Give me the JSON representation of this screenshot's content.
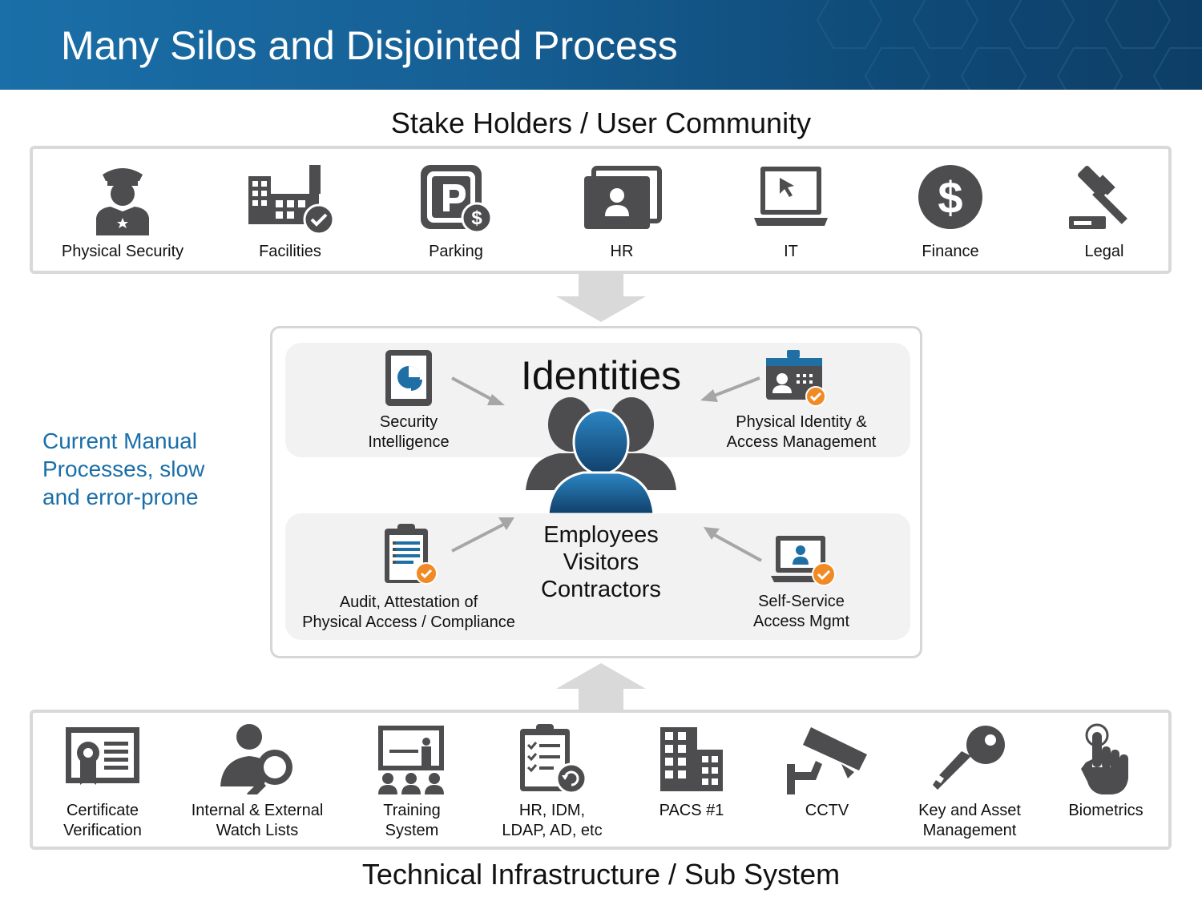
{
  "header": {
    "title": "Many Silos and Disjointed Process"
  },
  "stakeholders": {
    "title": "Stake Holders / User Community",
    "items": [
      {
        "label": "Physical Security",
        "icon": "security-guard-icon"
      },
      {
        "label": "Facilities",
        "icon": "building-check-icon"
      },
      {
        "label": "Parking",
        "icon": "parking-dollar-icon"
      },
      {
        "label": "HR",
        "icon": "id-cards-icon"
      },
      {
        "label": "IT",
        "icon": "laptop-icon"
      },
      {
        "label": "Finance",
        "icon": "dollar-coin-icon"
      },
      {
        "label": "Legal",
        "icon": "gavel-icon"
      }
    ]
  },
  "side_note": {
    "lines": [
      "Current Manual",
      "Processes, slow",
      "and error-prone"
    ],
    "color": "#1a6fa8"
  },
  "center": {
    "title": "Identities",
    "people": [
      "Employees",
      "Visitors",
      "Contractors"
    ],
    "items": [
      {
        "lines": [
          "Security",
          "Intelligence"
        ],
        "icon": "tablet-pie-chart-icon"
      },
      {
        "lines": [
          "Physical Identity &",
          "Access Management"
        ],
        "icon": "badge-check-icon"
      },
      {
        "lines": [
          "Audit, Attestation of",
          "Physical Access / Compliance"
        ],
        "icon": "clipboard-check-icon"
      },
      {
        "lines": [
          "Self-Service",
          "Access Mgmt"
        ],
        "icon": "laptop-user-check-icon"
      }
    ]
  },
  "infrastructure": {
    "title": "Technical Infrastructure / Sub System",
    "items": [
      {
        "lines": [
          "Certificate",
          "Verification"
        ],
        "icon": "certificate-icon"
      },
      {
        "lines": [
          "Internal & External",
          "Watch Lists"
        ],
        "icon": "person-search-icon"
      },
      {
        "lines": [
          "Training",
          "System"
        ],
        "icon": "training-board-icon"
      },
      {
        "lines": [
          "HR, IDM,",
          "LDAP, AD, etc"
        ],
        "icon": "checklist-sync-icon"
      },
      {
        "lines": [
          "PACS #1",
          ""
        ],
        "icon": "buildings-icon"
      },
      {
        "lines": [
          "CCTV",
          ""
        ],
        "icon": "cctv-camera-icon"
      },
      {
        "lines": [
          "Key and Asset",
          "Management"
        ],
        "icon": "key-icon"
      },
      {
        "lines": [
          "Biometrics",
          ""
        ],
        "icon": "finger-touch-icon"
      }
    ]
  },
  "colors": {
    "icon": "#4d4d4f",
    "accent": "#f08a24",
    "header": "#1a6fa8",
    "person": "#1f6fa5"
  }
}
